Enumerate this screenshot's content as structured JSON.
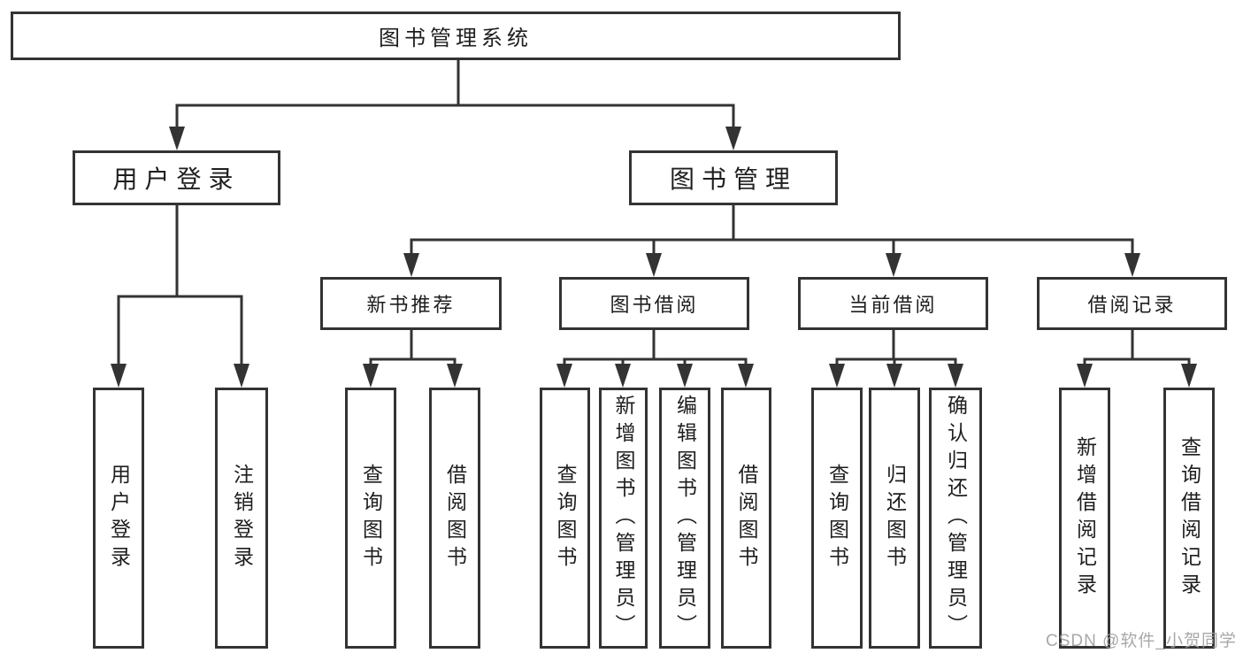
{
  "colors": {
    "line": "#333333",
    "text": "#1e1e1e",
    "watermark": "#9f9f9f",
    "background": "#ffffff"
  },
  "watermark": {
    "text": "CSDN @软件_小贺同学"
  },
  "tree": {
    "root": {
      "label": "图书管理系统",
      "children": [
        {
          "label": "用户登录",
          "children": [
            {
              "label": "用户登录"
            },
            {
              "label": "注销登录"
            }
          ]
        },
        {
          "label": "图书管理",
          "children": [
            {
              "label": "新书推荐",
              "children": [
                {
                  "label": "查询图书"
                },
                {
                  "label": "借阅图书"
                }
              ]
            },
            {
              "label": "图书借阅",
              "children": [
                {
                  "label": "查询图书"
                },
                {
                  "label": "新增图书（管理员）"
                },
                {
                  "label": "编辑图书（管理员）"
                },
                {
                  "label": "借阅图书"
                }
              ]
            },
            {
              "label": "当前借阅",
              "children": [
                {
                  "label": "查询图书"
                },
                {
                  "label": "归还图书"
                },
                {
                  "label": "确认归还（管理员）"
                }
              ]
            },
            {
              "label": "借阅记录",
              "children": [
                {
                  "label": "新增借阅记录"
                },
                {
                  "label": "查询借阅记录"
                }
              ]
            }
          ]
        }
      ]
    }
  }
}
